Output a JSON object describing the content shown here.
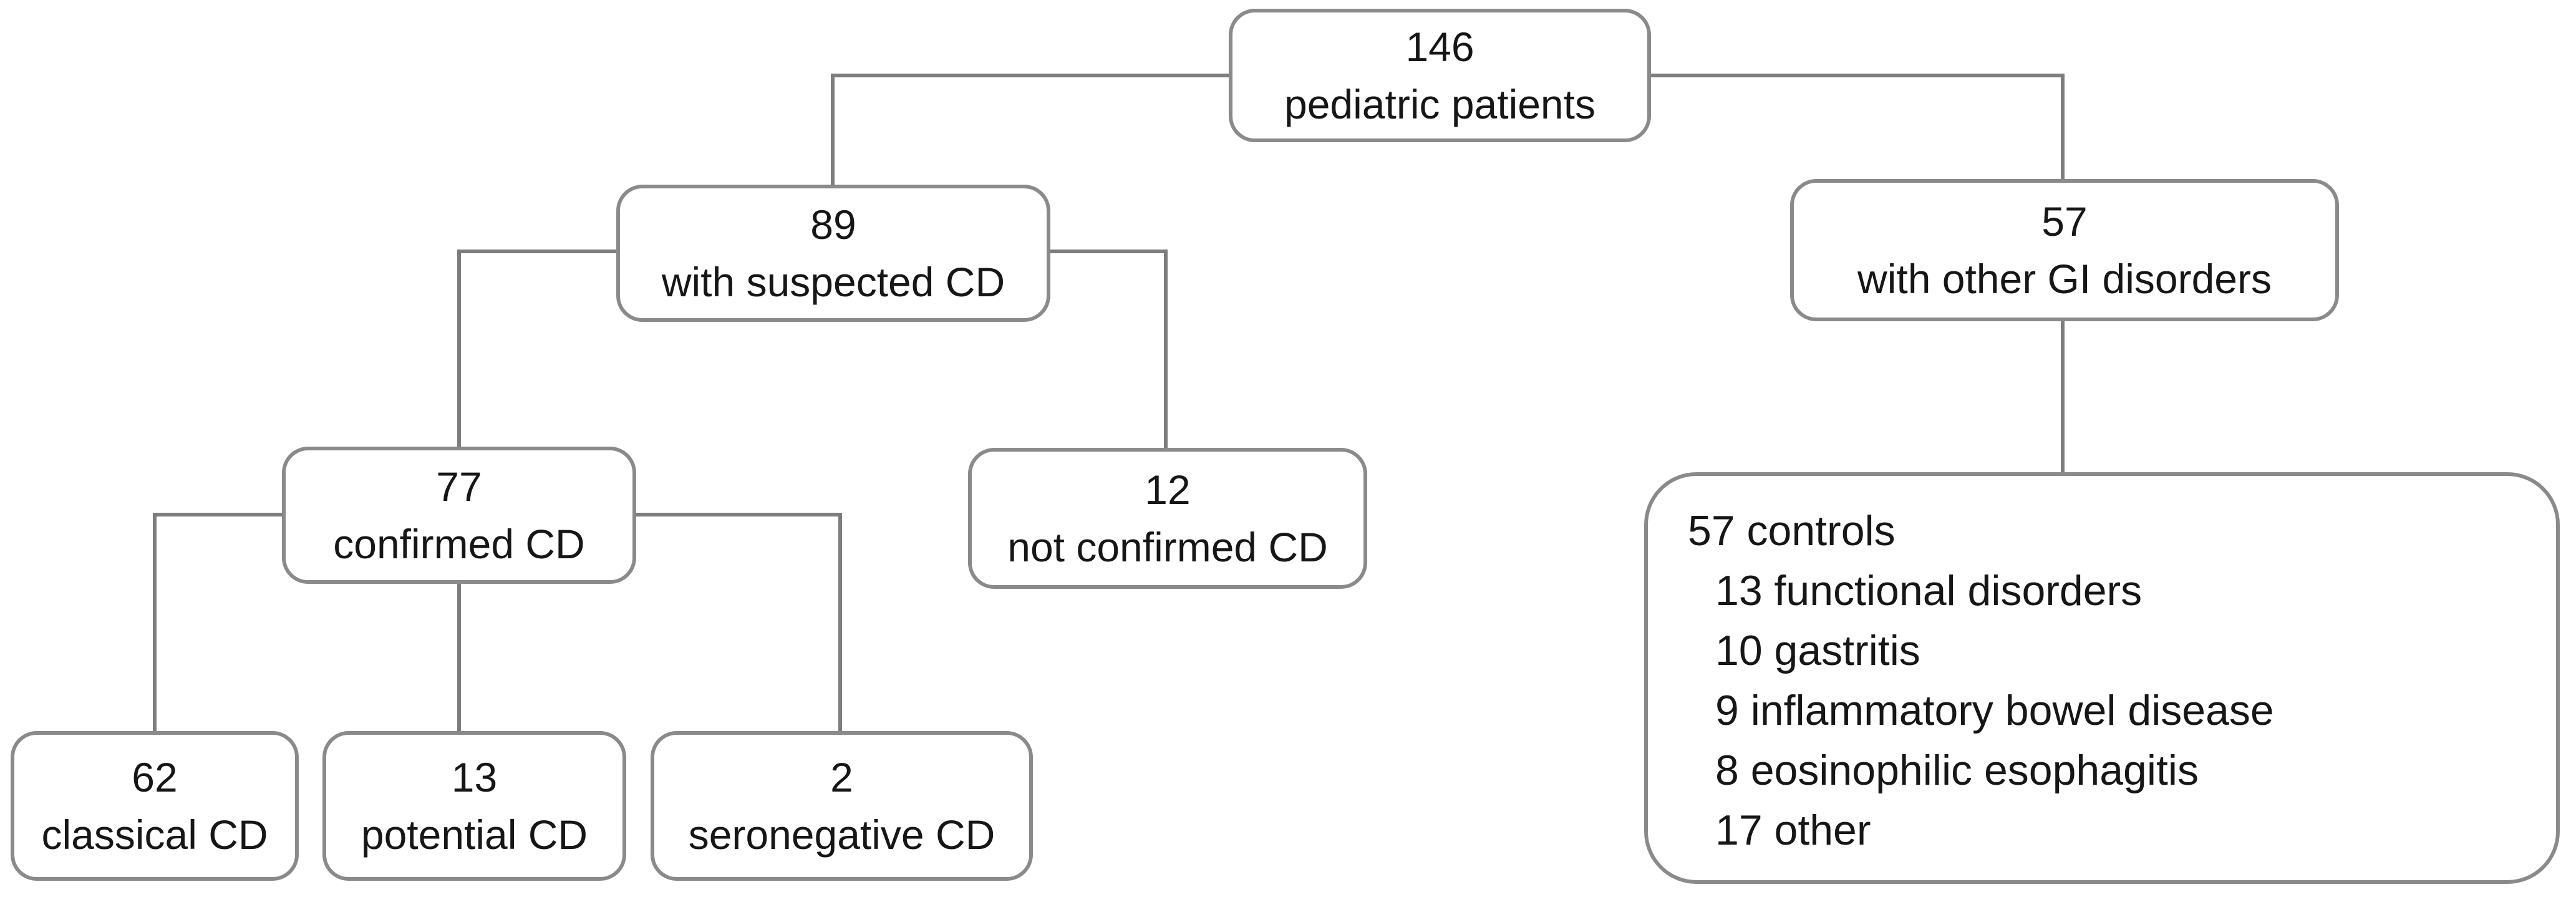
{
  "colors": {
    "bg": "#ffffff",
    "ink": "#161616",
    "border": "#8a8a8a",
    "line": "#7d7d7d"
  },
  "nodes": {
    "root": {
      "count": "146",
      "label": "pediatric patients"
    },
    "suspected": {
      "count": "89",
      "label": "with suspected CD"
    },
    "gi": {
      "count": "57",
      "label": "with other GI disorders"
    },
    "confirmed": {
      "count": "77",
      "label": "confirmed CD"
    },
    "not_confirmed": {
      "count": "12",
      "label": "not confirmed CD"
    },
    "classical": {
      "count": "62",
      "label": "classical CD"
    },
    "potential": {
      "count": "13",
      "label": "potential CD"
    },
    "seronegative": {
      "count": "2",
      "label": "seronegative CD"
    }
  },
  "controls": {
    "title": "57 controls",
    "items": [
      "13 functional disorders",
      "10 gastritis",
      "9 inflammatory bowel disease",
      "8 eosinophilic esophagitis",
      "17 other"
    ]
  }
}
